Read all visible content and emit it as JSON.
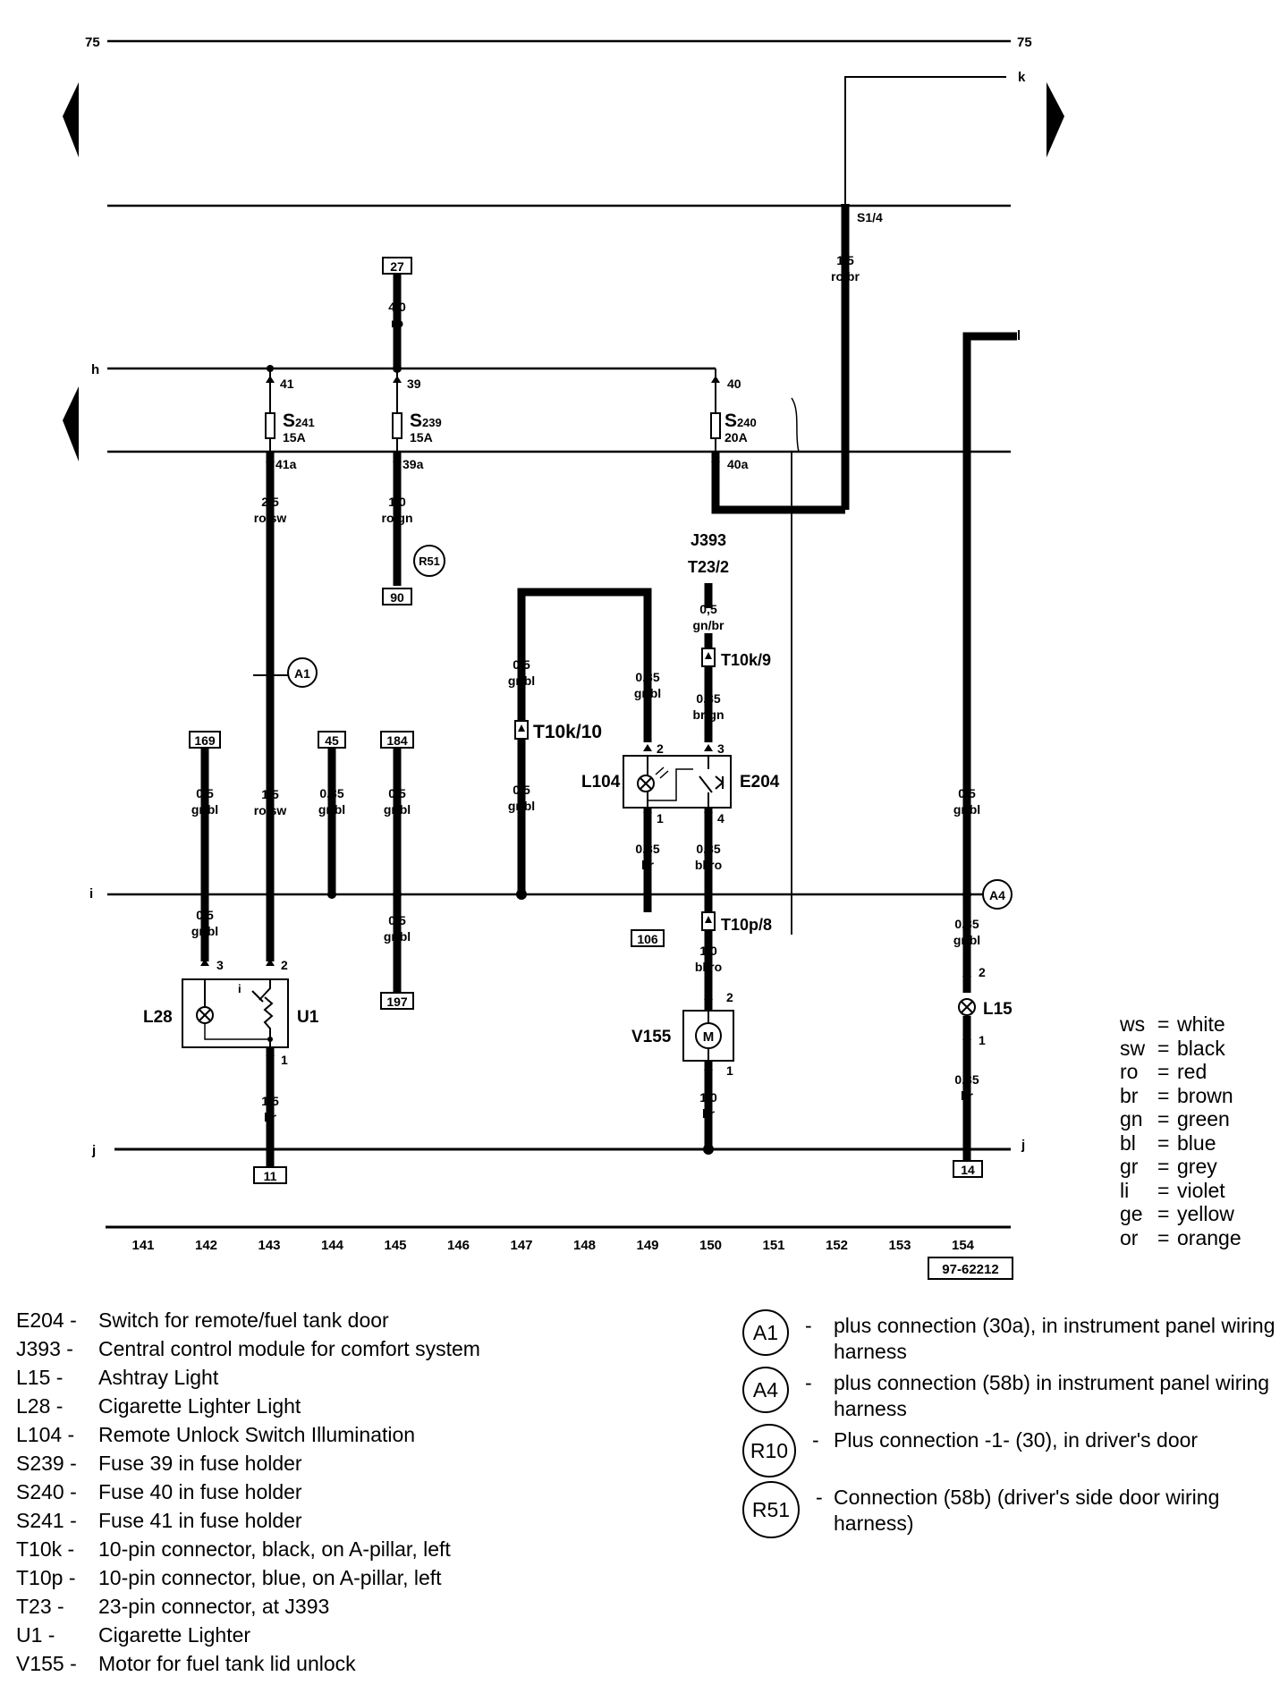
{
  "header": {
    "left_number": "75",
    "right_number": "75"
  },
  "diagram": {
    "drawing_number": "97-62212",
    "rails": {
      "k": "k",
      "h": "h",
      "i": "i",
      "j": "j",
      "l": "l"
    },
    "track_numbers": [
      "141",
      "142",
      "143",
      "144",
      "145",
      "146",
      "147",
      "148",
      "149",
      "150",
      "151",
      "152",
      "153",
      "154"
    ],
    "fuses": [
      {
        "name": "S",
        "sub": "241",
        "rating": "15A",
        "pin_top": "41",
        "pin_bottom": "41a"
      },
      {
        "name": "S",
        "sub": "239",
        "rating": "15A",
        "pin_top": "39",
        "pin_bottom": "39a"
      },
      {
        "name": "S",
        "sub": "240",
        "rating": "20A",
        "pin_top": "40",
        "pin_bottom": "40a"
      }
    ],
    "boxes": [
      "27",
      "90",
      "169",
      "45",
      "184",
      "106",
      "11",
      "197",
      "14"
    ],
    "circles": [
      "A1",
      "R51",
      "A4"
    ],
    "wire_labels": {
      "w_s14": [
        "1,5",
        "ro/br"
      ],
      "w_27": [
        "4,0",
        "ro"
      ],
      "w_41a": [
        "2,5",
        "ro/sw"
      ],
      "w_39a": [
        "1,0",
        "ro/gn"
      ],
      "w_143": [
        "1,5",
        "ro/sw"
      ],
      "w_169": [
        "0,5",
        "gr/bl"
      ],
      "w_45": [
        "0,35",
        "gr/bl"
      ],
      "w_184": [
        "0,5",
        "gr/bl"
      ],
      "w_147": [
        "0,5",
        "gr/bl"
      ],
      "w_147b": [
        "0,5",
        "gr/bl"
      ],
      "w_149": [
        "0,35",
        "gr/bl"
      ],
      "w_j393": [
        "0,5",
        "gn/br"
      ],
      "w_150a": [
        "0,35",
        "br/gn"
      ],
      "w_149b": [
        "0,35",
        "br"
      ],
      "w_150b": [
        "0,35",
        "bl/ro"
      ],
      "w_154": [
        "0,5",
        "gr/bl"
      ],
      "w_142": [
        "0,5",
        "gr/bl"
      ],
      "w_145": [
        "0,5",
        "gr/bl"
      ],
      "w_154b": [
        "0,35",
        "gr/bl"
      ],
      "w_150c": [
        "1,0",
        "bl/ro"
      ],
      "w_143b": [
        "1,5",
        "br"
      ],
      "w_150d": [
        "1,0",
        "br"
      ],
      "w_154c": [
        "0,35",
        "br"
      ]
    },
    "labels": {
      "s14": "S1/4",
      "j393": "J393",
      "t23": "T23/2",
      "t10k9": "T10k/9",
      "t10k10": "T10k/10",
      "t10p8": "T10p/8",
      "l104": "L104",
      "e204": "E204",
      "v155": "V155",
      "l28": "L28",
      "u1": "U1",
      "l15": "L15",
      "motor": "M"
    },
    "pins": {
      "l104_2": "2",
      "l104_1": "1",
      "e204_3": "3",
      "e204_4": "4",
      "u1_3": "3",
      "u1_2": "2",
      "u1_1": "1",
      "u1_i": "i",
      "v155_2": "2",
      "v155_1": "1",
      "l15_2": "2",
      "l15_1": "1"
    }
  },
  "color_legend": [
    {
      "code": "ws",
      "name": "white"
    },
    {
      "code": "sw",
      "name": "black"
    },
    {
      "code": "ro",
      "name": "red"
    },
    {
      "code": "br",
      "name": "brown"
    },
    {
      "code": "gn",
      "name": "green"
    },
    {
      "code": "bl",
      "name": "blue"
    },
    {
      "code": "gr",
      "name": "grey"
    },
    {
      "code": "li",
      "name": "violet"
    },
    {
      "code": "ge",
      "name": "yellow"
    },
    {
      "code": "or",
      "name": "orange"
    }
  ],
  "components": [
    {
      "code": "E204 -",
      "desc": "Switch for remote/fuel tank door"
    },
    {
      "code": "J393 -",
      "desc": "Central control module for comfort system"
    },
    {
      "code": "L15 -",
      "desc": "Ashtray Light"
    },
    {
      "code": "L28 -",
      "desc": "Cigarette Lighter Light"
    },
    {
      "code": "L104 -",
      "desc": "Remote Unlock Switch Illumination"
    },
    {
      "code": "S239 -",
      "desc": "Fuse 39 in fuse holder"
    },
    {
      "code": "S240 -",
      "desc": "Fuse 40 in fuse holder"
    },
    {
      "code": "S241 -",
      "desc": "Fuse 41 in fuse holder"
    },
    {
      "code": "T10k -",
      "desc": "10-pin connector, black, on A-pillar, left"
    },
    {
      "code": "T10p -",
      "desc": "10-pin connector, blue, on A-pillar, left"
    },
    {
      "code": "T23 -",
      "desc": "23-pin connector, at J393"
    },
    {
      "code": "U1 -",
      "desc": "Cigarette Lighter"
    },
    {
      "code": "V155 -",
      "desc": "Motor for fuel tank lid unlock"
    }
  ],
  "connections": [
    {
      "code": "A1",
      "dash": "-",
      "desc": "plus connection (30a), in instrument panel wiring harness"
    },
    {
      "code": "A4",
      "dash": "-",
      "desc": "plus connection (58b) in instrument panel wiring harness"
    },
    {
      "code": "R10",
      "dash": "-",
      "desc": "Plus connection -1- (30), in driver's door"
    },
    {
      "code": "R51",
      "dash": "-",
      "desc": "Connection (58b) (driver's side door wiring harness)"
    }
  ]
}
